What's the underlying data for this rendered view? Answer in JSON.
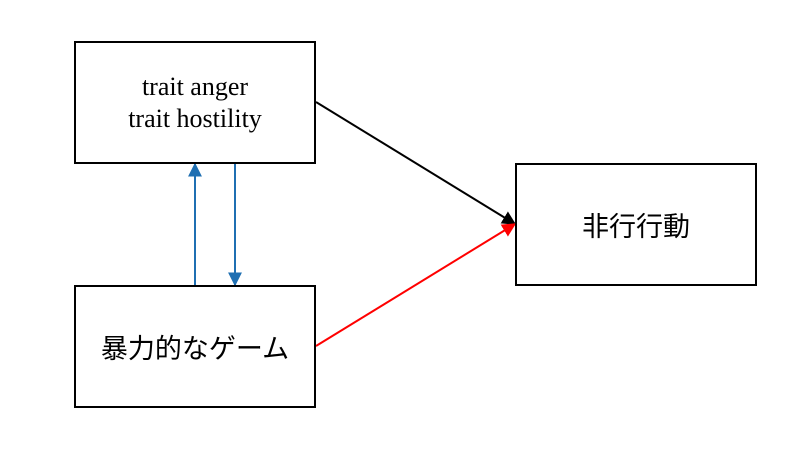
{
  "nodes": {
    "traits": {
      "lines": [
        "trait anger",
        "trait hostility"
      ]
    },
    "violent_game": {
      "label": "暴力的なゲーム"
    },
    "delinquency": {
      "label": "非行行動"
    }
  },
  "edges": [
    {
      "from": "traits",
      "to": "delinquency",
      "color": "#000000"
    },
    {
      "from": "violent_game",
      "to": "delinquency",
      "color": "#ff0000"
    },
    {
      "from": "violent_game",
      "to": "traits",
      "color": "#1f6fb2"
    },
    {
      "from": "traits",
      "to": "violent_game",
      "color": "#1f6fb2"
    }
  ]
}
